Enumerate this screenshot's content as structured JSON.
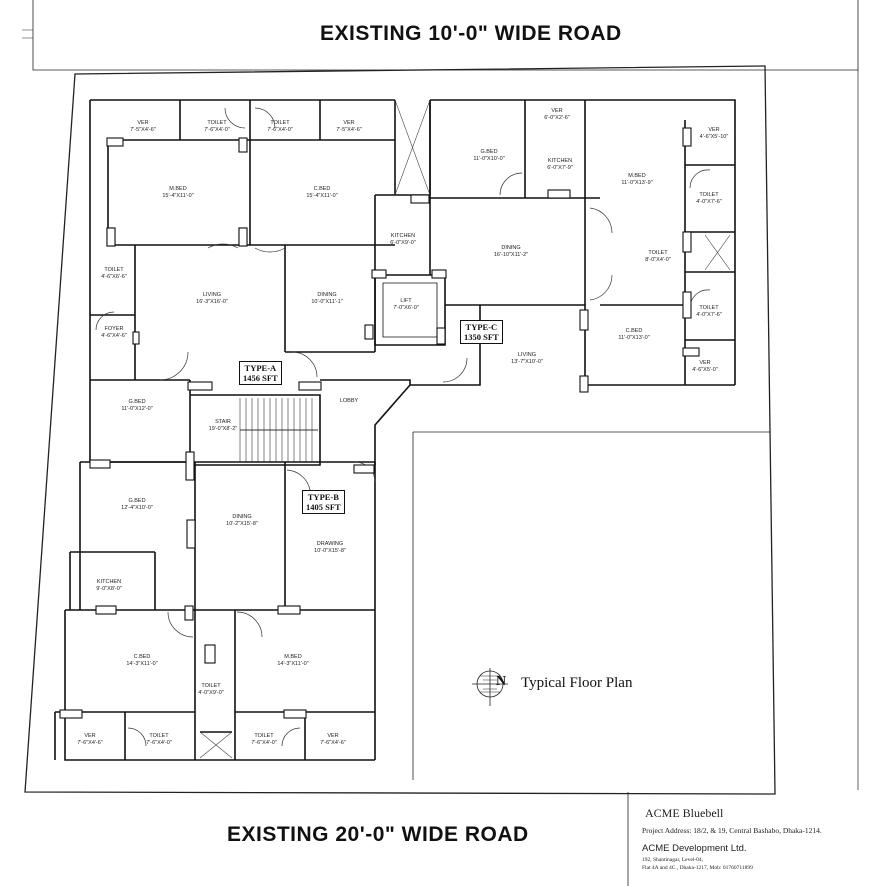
{
  "roads": {
    "top": "EXISTING 10'-0\" WIDE  ROAD",
    "bottom": "EXISTING 20'-0\" WIDE  ROAD"
  },
  "units": {
    "a": {
      "name": "TYPE-A",
      "area": "1456 SFT"
    },
    "b": {
      "name": "TYPE-B",
      "area": "1405 SFT"
    },
    "c": {
      "name": "TYPE-C",
      "area": "1350 SFT"
    }
  },
  "rooms": [
    {
      "name": "VER",
      "size": "7'-5\"X4'-6\""
    },
    {
      "name": "TOILET",
      "size": "7'-6\"X4'-0\""
    },
    {
      "name": "TOILET",
      "size": "7'-6\"X4'-0\""
    },
    {
      "name": "VER",
      "size": "7'-5\"X4'-6\""
    },
    {
      "name": "M.BED",
      "size": "15'-4\"X11'-0\""
    },
    {
      "name": "C.BED",
      "size": "15'-4\"X11'-0\""
    },
    {
      "name": "TOILET",
      "size": "4'-6\"X6'-6\""
    },
    {
      "name": "LIVING",
      "size": "16'-3\"X16'-0\""
    },
    {
      "name": "DINING",
      "size": "10'-0\"X11'-1\""
    },
    {
      "name": "FOYER",
      "size": "4'-6\"X4'-6\""
    },
    {
      "name": "KITCHEN",
      "size": "6'-0\"X9'-0\""
    },
    {
      "name": "LIFT",
      "size": "7'-0\"X6'-0\""
    },
    {
      "name": "G.BED",
      "size": "11'-0\"X12'-0\""
    },
    {
      "name": "STAIR",
      "size": "19'-0\"X8'-2\""
    },
    {
      "name": "LOBBY",
      "size": ""
    },
    {
      "name": "VER",
      "size": "6'-0\"X2'-6\""
    },
    {
      "name": "G.BED",
      "size": "11'-0\"X10'-0\""
    },
    {
      "name": "KITCHEN",
      "size": "6'-0\"X7'-9\""
    },
    {
      "name": "M.BED",
      "size": "11'-0\"X13'-9\""
    },
    {
      "name": "VER",
      "size": "4'-6\"X5'-10\""
    },
    {
      "name": "TOILET",
      "size": "4'-0\"X7'-6\""
    },
    {
      "name": "DINING",
      "size": "16'-10\"X11'-2\""
    },
    {
      "name": "TOILET",
      "size": "8'-0\"X4'-0\""
    },
    {
      "name": "TOILET",
      "size": "4'-0\"X7'-6\""
    },
    {
      "name": "C.BED",
      "size": "11'-0\"X13'-0\""
    },
    {
      "name": "LIVING",
      "size": "13'-7\"X10'-0\""
    },
    {
      "name": "VER",
      "size": "4'-6\"X5'-0\""
    },
    {
      "name": "G.BED",
      "size": "12'-4\"X10'-0\""
    },
    {
      "name": "DINING",
      "size": "10'-2\"X15'-8\""
    },
    {
      "name": "DRAWING",
      "size": "10'-0\"X15'-8\""
    },
    {
      "name": "KITCHEN",
      "size": "9'-0\"X8'-0\""
    },
    {
      "name": "C.BED",
      "size": "14'-3\"X11'-0\""
    },
    {
      "name": "M.BED",
      "size": "14'-3\"X11'-0\""
    },
    {
      "name": "TOILET",
      "size": "4'-0\"X9'-0\""
    },
    {
      "name": "VER",
      "size": "7'-6\"X4'-6\""
    },
    {
      "name": "TOILET",
      "size": "7'-6\"X4'-0\""
    },
    {
      "name": "TOILET",
      "size": "7'-6\"X4'-0\""
    },
    {
      "name": "VER",
      "size": "7'-6\"X4'-6\""
    }
  ],
  "north_label": "N",
  "plan_title": "Typical Floor Plan",
  "title_block": {
    "project": "ACME Bluebell",
    "address": "Project Address: 18/2, & 19, Central Bashabo, Dhaka-1214.",
    "developer": "ACME Development Ltd.",
    "dev_line1": "192, Shantinagar, Level-04,",
    "dev_line2": "Flat 4A and 4C , Dhaka-1217, Mob: 01760711899"
  }
}
